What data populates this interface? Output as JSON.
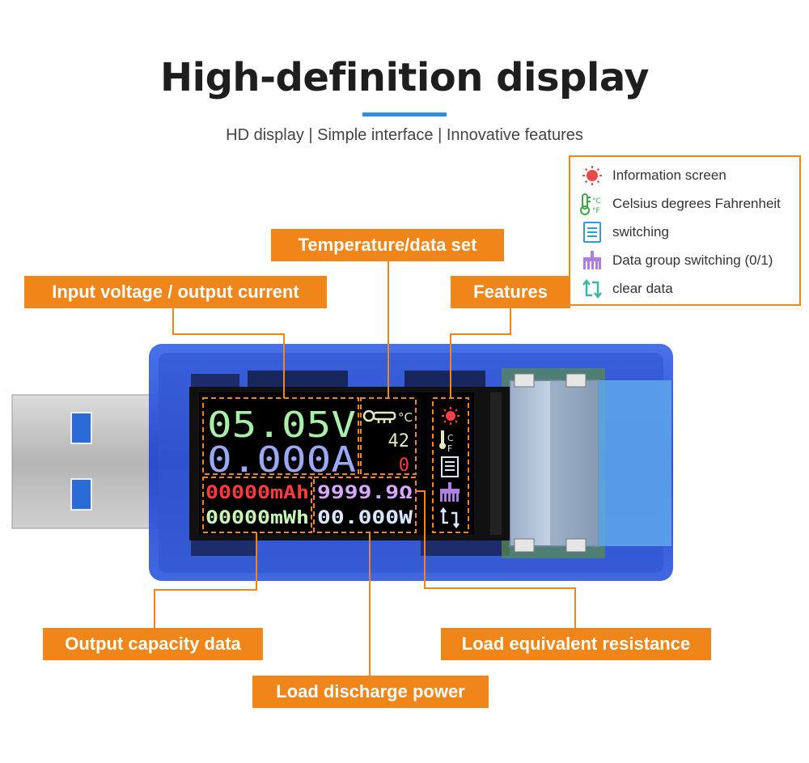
{
  "header": {
    "title": "High-definition display",
    "subtitle": "HD display | Simple interface | Innovative features"
  },
  "legend": {
    "items": [
      {
        "icon": "sun-icon",
        "label": "Information screen",
        "color": "#e84a4a"
      },
      {
        "icon": "thermometer-icon",
        "label": "Celsius degrees Fahrenheit",
        "color": "#3aa845"
      },
      {
        "icon": "document-icon",
        "label": "switching",
        "color": "#2a9fd8"
      },
      {
        "icon": "brush-icon",
        "label": "Data group switching (0/1)",
        "color": "#b07ee0"
      },
      {
        "icon": "refresh-icon",
        "label": "clear data",
        "color": "#3bb8a0"
      }
    ]
  },
  "callouts": {
    "voltage_current": "Input voltage / output current",
    "temperature": "Temperature/data set",
    "features": "Features",
    "capacity": "Output capacity data",
    "resistance": "Load equivalent resistance",
    "power": "Load discharge power"
  },
  "screen": {
    "voltage": "05.05V",
    "current": "0.000A",
    "temp_unit": "°C",
    "temp_value": "42",
    "group": "0",
    "mah": "00000mAh",
    "mwh": "00000mWh",
    "resistance": "9999.9Ω",
    "power": "00.000W",
    "icon_unit_c": "C",
    "icon_unit_f": "F"
  },
  "colors": {
    "accent": "#f08519",
    "title_bar": "#2f8fe0",
    "voltage": "#a8f0a8",
    "current": "#9aa8f5",
    "temperature": "#e8e8c0",
    "group": "#ff3a3a",
    "mah": "#ff3a3a",
    "mwh": "#c8f5b8",
    "resistance": "#d8a8ff",
    "power": "#d8e8ff",
    "device_body": "#2f55d8"
  }
}
